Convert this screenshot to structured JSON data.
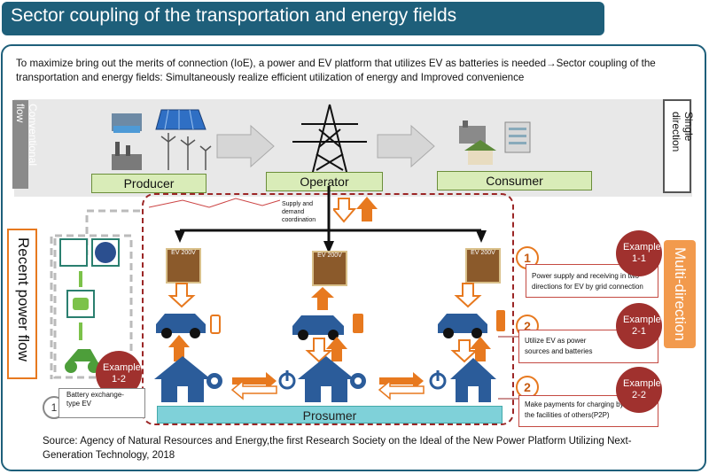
{
  "title": "Sector coupling of the transportation and energy fields",
  "intro": "To maximize bring out the merits of connection (IoE), a power and EV platform that utilizes EV as batteries is needed→Sector coupling of the transportation and energy fields: Simultaneously realize efficient utilization of energy and Improved convenience",
  "conventional": {
    "label": "Conventional flow",
    "producer": "Producer",
    "operator": "Operator",
    "consumer": "Consumer",
    "direction": "Single direction"
  },
  "recent": {
    "label": "Recent power flow",
    "direction": "Multi-direction",
    "prosumer": "Prosumer",
    "coordination": "Supply and demand coordination",
    "ev_label": "EV 200V"
  },
  "examples": [
    {
      "tag": "Example 1-1",
      "num": "1",
      "text": "Power supply and receiving in two directions for EV by grid connection"
    },
    {
      "tag": "Example 2-1",
      "num": "2",
      "text": "Utilize EV as power sources and batteries"
    },
    {
      "tag": "Example 2-2",
      "num": "2",
      "text": "Make payments for charging by using the facilities of others(P2P)"
    },
    {
      "tag": "Example 1-2",
      "num": "1",
      "text": "Battery exchange-type EV"
    }
  ],
  "source": "Source: Agency of Natural Resources and Energy,the first Research Society on the Ideal of the New Power Platform Utilizing Next-Generation Technology, 2018",
  "colors": {
    "title_bg": "#1e5f7a",
    "accent_orange": "#e7791f",
    "example_red": "#a0312e",
    "prosumer_cyan": "#7fd1d9"
  }
}
